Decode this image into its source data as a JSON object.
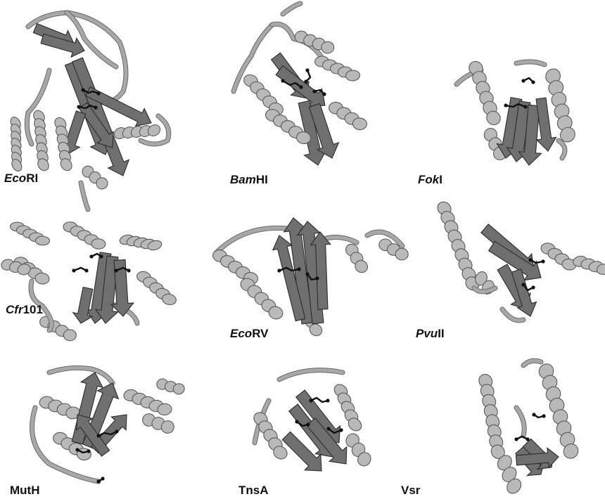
{
  "figure": {
    "panels": [
      {
        "id": "ecori",
        "label_italic": "Eco",
        "label_plain": "RI"
      },
      {
        "id": "bamhi",
        "label_italic": "Bam",
        "label_plain": "HI"
      },
      {
        "id": "foki",
        "label_italic": "Fok",
        "label_plain": "I"
      },
      {
        "id": "cfr101",
        "label_italic": "Cfr",
        "label_plain": "101"
      },
      {
        "id": "ecorv",
        "label_italic": "Eco",
        "label_plain": "RV"
      },
      {
        "id": "pvuii",
        "label_italic": "Pvu",
        "label_plain": "II"
      },
      {
        "id": "muth",
        "label_italic": "",
        "label_plain": "MutH"
      },
      {
        "id": "tnsa",
        "label_italic": "",
        "label_plain": "TnsA"
      },
      {
        "id": "vsr",
        "label_italic": "",
        "label_plain": "Vsr"
      }
    ],
    "colors": {
      "helix": "#b9b9b9",
      "strand": "#6f6f6f",
      "loop": "#a8a8a8",
      "active_site": "#111111"
    }
  }
}
